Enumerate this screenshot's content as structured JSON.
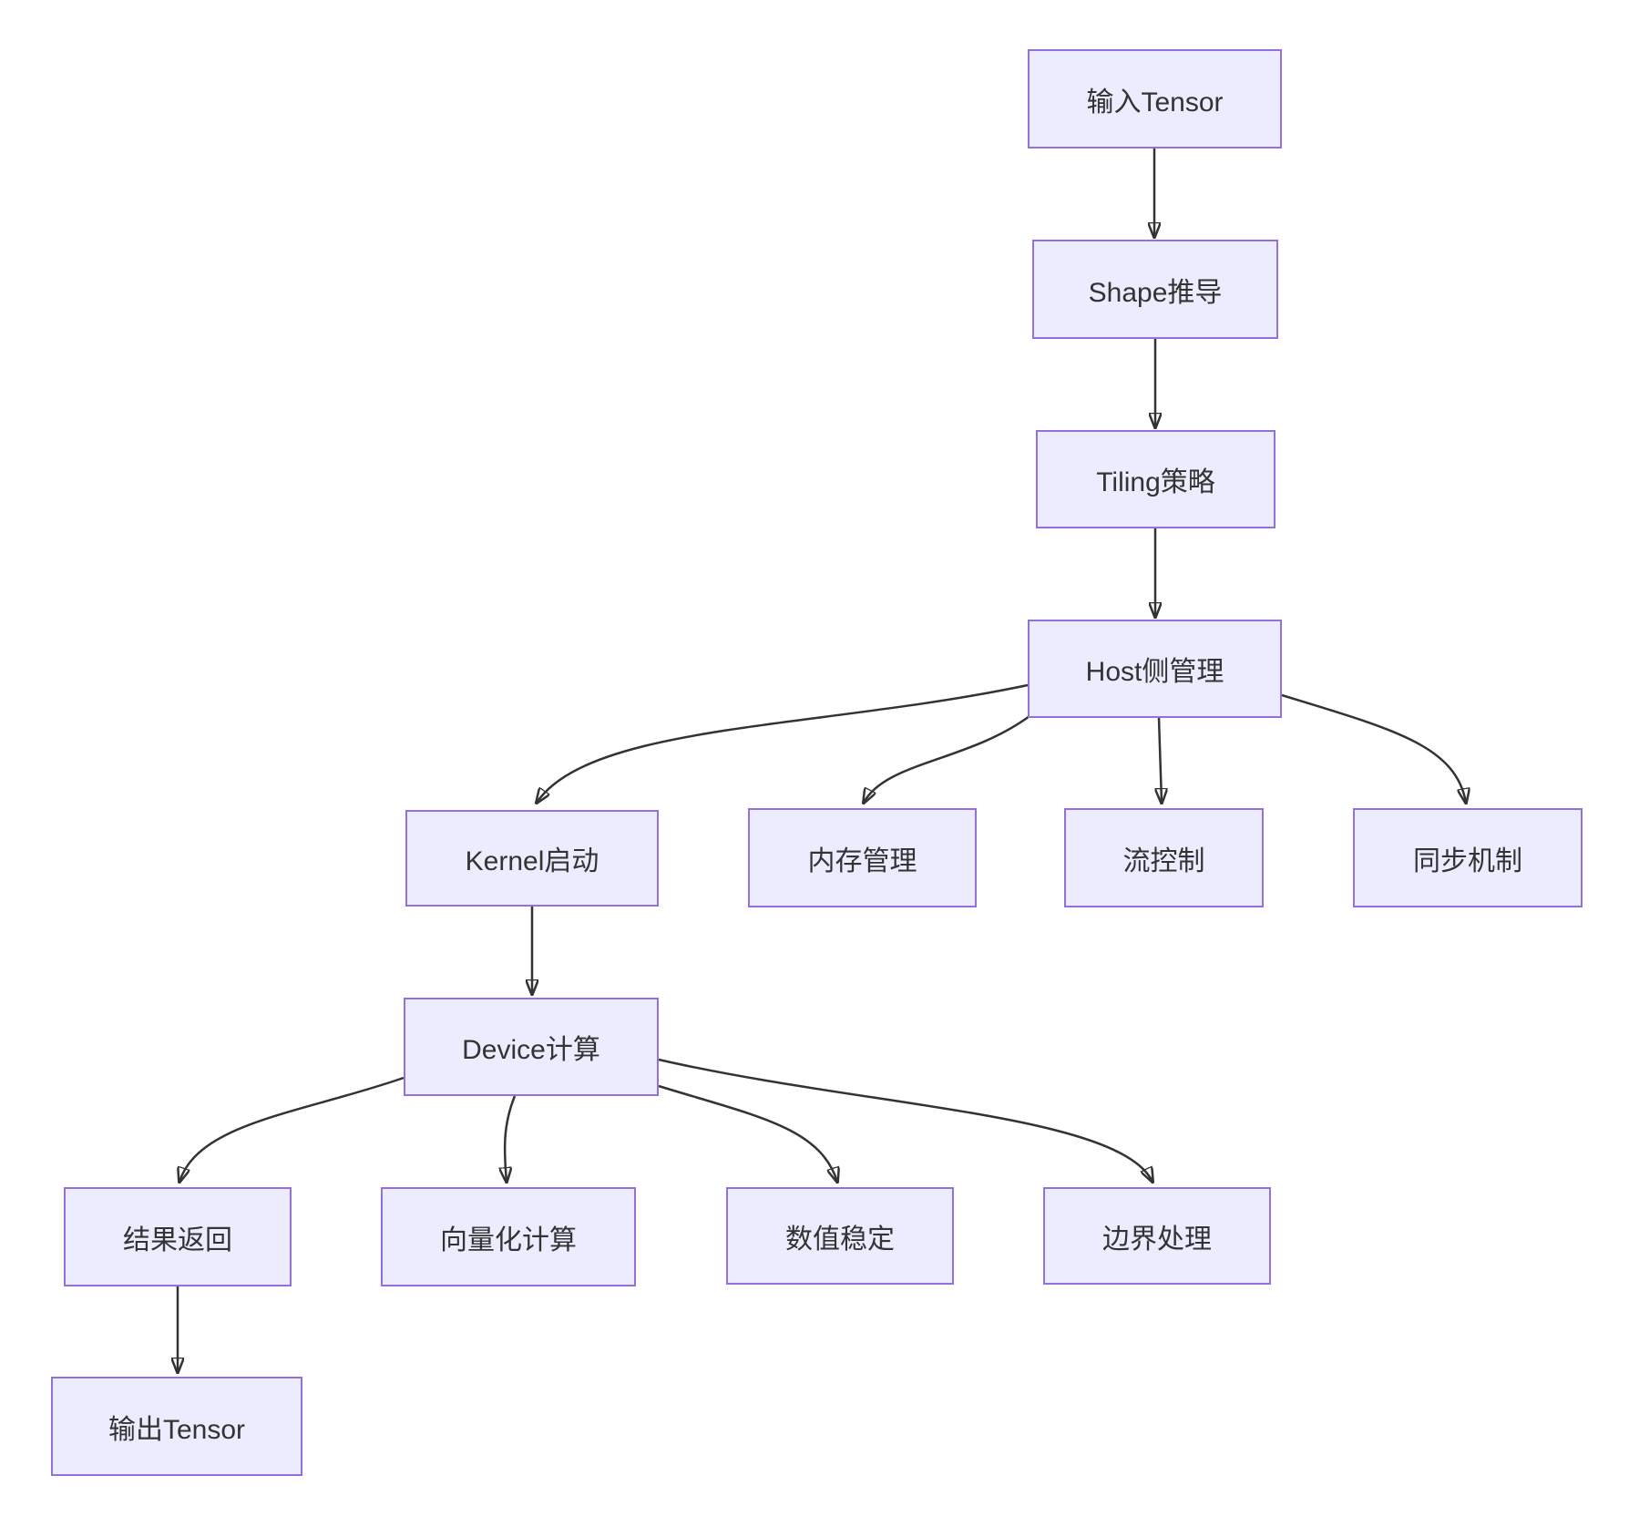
{
  "diagram": {
    "type": "flowchart",
    "direction": "top-down",
    "nodes": [
      {
        "id": "input",
        "label": "输入Tensor"
      },
      {
        "id": "shape",
        "label": "Shape推导"
      },
      {
        "id": "tiling",
        "label": "Tiling策略"
      },
      {
        "id": "host",
        "label": "Host侧管理"
      },
      {
        "id": "kernel",
        "label": "Kernel启动"
      },
      {
        "id": "memory",
        "label": "内存管理"
      },
      {
        "id": "stream",
        "label": "流控制"
      },
      {
        "id": "sync",
        "label": "同步机制"
      },
      {
        "id": "device",
        "label": "Device计算"
      },
      {
        "id": "result",
        "label": "结果返回"
      },
      {
        "id": "vector",
        "label": "向量化计算"
      },
      {
        "id": "numeric",
        "label": "数值稳定"
      },
      {
        "id": "boundary",
        "label": "边界处理"
      },
      {
        "id": "output",
        "label": "输出Tensor"
      }
    ],
    "edges": [
      {
        "from": "输入Tensor",
        "to": "Shape推导"
      },
      {
        "from": "Shape推导",
        "to": "Tiling策略"
      },
      {
        "from": "Tiling策略",
        "to": "Host侧管理"
      },
      {
        "from": "Host侧管理",
        "to": "Kernel启动"
      },
      {
        "from": "Host侧管理",
        "to": "内存管理"
      },
      {
        "from": "Host侧管理",
        "to": "流控制"
      },
      {
        "from": "Host侧管理",
        "to": "同步机制"
      },
      {
        "from": "Kernel启动",
        "to": "Device计算"
      },
      {
        "from": "Device计算",
        "to": "结果返回"
      },
      {
        "from": "Device计算",
        "to": "向量化计算"
      },
      {
        "from": "Device计算",
        "to": "数值稳定"
      },
      {
        "from": "Device计算",
        "to": "边界处理"
      },
      {
        "from": "结果返回",
        "to": "输出Tensor"
      }
    ],
    "colors": {
      "node_fill": "#ECECFF",
      "node_border": "#9370DB",
      "node_text": "#333333",
      "edge_stroke": "#333333",
      "background": "#FFFFFF"
    }
  }
}
